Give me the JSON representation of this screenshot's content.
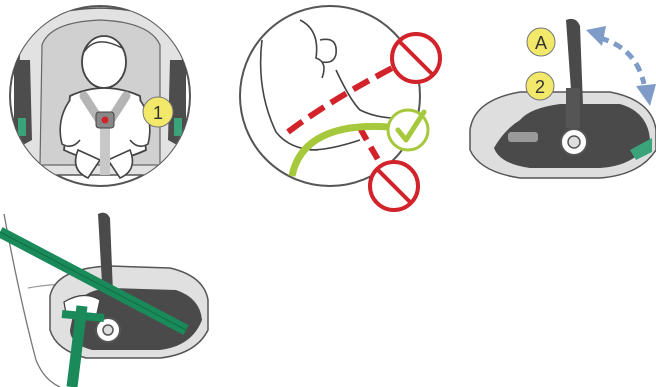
{
  "colors": {
    "accent_yellow": "#f2e96b",
    "ok_green": "#a6c83c",
    "no_red": "#d2232a",
    "belt_green": "#1a8a5a",
    "arrow_blue": "#7f9bc7",
    "shell_dark": "#4a4a4a",
    "shell_light": "#dedede"
  },
  "panels": [
    {
      "id": "harness",
      "callout": "1",
      "callout_icon": "callout-circle"
    },
    {
      "id": "belt-position",
      "icons": [
        "prohibited-icon",
        "checkmark-icon",
        "prohibited-icon"
      ]
    },
    {
      "id": "handle",
      "callouts": [
        "A",
        "2"
      ],
      "icons": [
        "double-arrow-icon"
      ]
    },
    {
      "id": "vehicle-belt",
      "icons": [
        "seat-belt"
      ]
    }
  ]
}
